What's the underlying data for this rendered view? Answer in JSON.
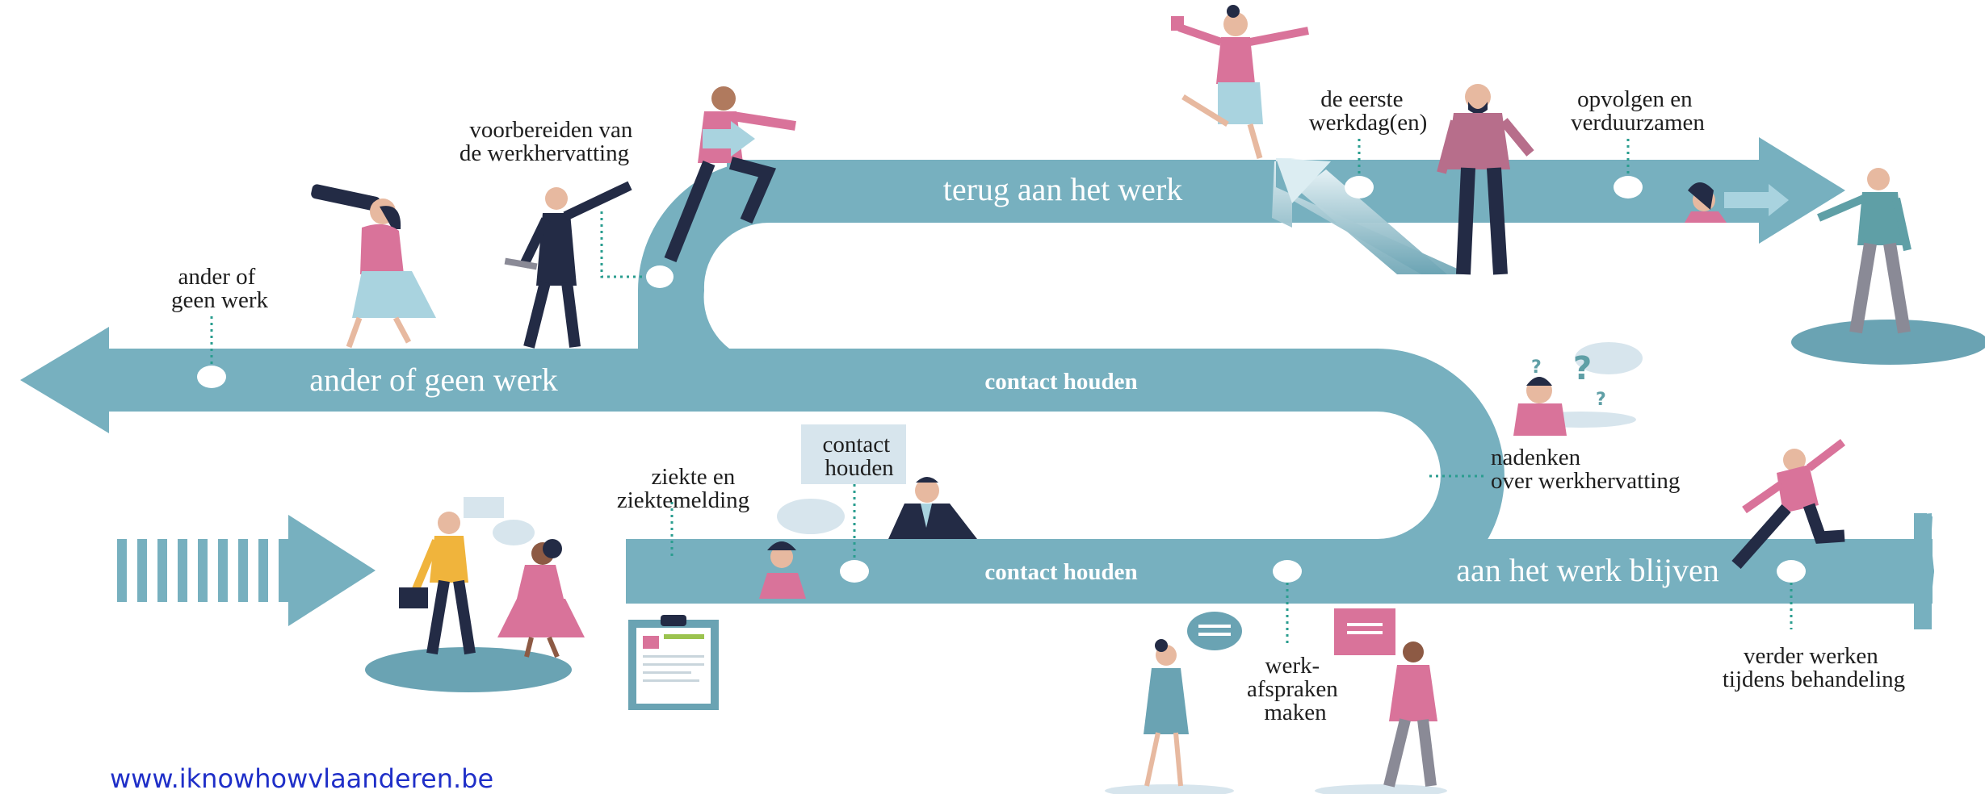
{
  "colors": {
    "road": "#77b0bf",
    "road_dark": "#6aa3b3",
    "pink": "#d9739a",
    "navy": "#232b45",
    "light_blue": "#a9d3df",
    "grey": "#8a8a96",
    "skin": "#e7b9a0",
    "dot_line": "#2a9d8f",
    "url": "#1f2fc8"
  },
  "road_labels": {
    "top": "terug aan het werk",
    "left": "ander of geen werk",
    "middle": "contact houden",
    "bottom": "contact houden",
    "right": "aan het werk blijven"
  },
  "milestones": {
    "ander_of_geen_werk": [
      "ander of",
      "geen werk"
    ],
    "voorbereiden": [
      "voorbereiden van",
      "de werkhervatting"
    ],
    "eerste_werkdag": [
      "de eerste",
      "werkdag(en)"
    ],
    "opvolgen": [
      "opvolgen en",
      "verduurzamen"
    ],
    "nadenken": [
      "nadenken",
      "over werkhervatting"
    ],
    "ziekte": [
      "ziekte en",
      "ziektemelding"
    ],
    "contact": [
      "contact",
      "houden"
    ],
    "werkafspraken": [
      "werk-",
      "afspraken",
      "maken"
    ],
    "verder_werken": [
      "verder werken",
      "tijdens behandeling"
    ]
  },
  "website": "www.iknowhowvlaanderen.be"
}
